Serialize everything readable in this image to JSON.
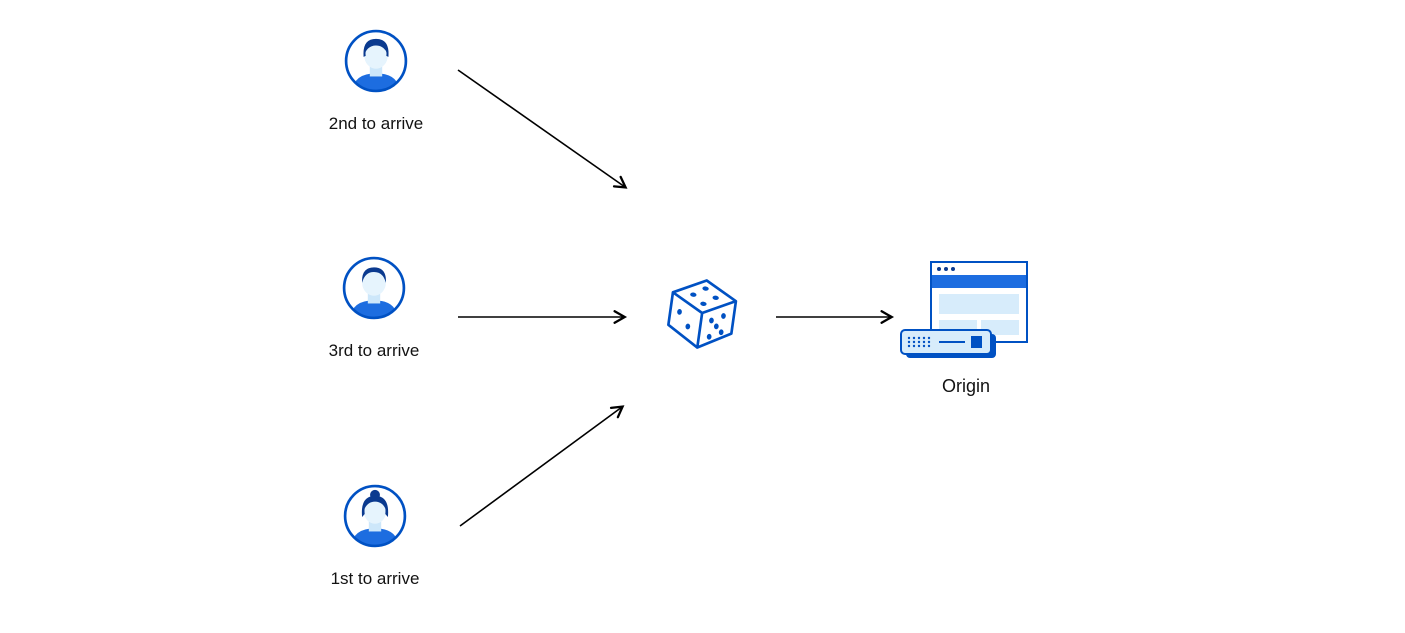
{
  "diagram": {
    "nodes": [
      {
        "id": "user-second",
        "label": "2nd to arrive",
        "icon": "user-avatar-male"
      },
      {
        "id": "user-third",
        "label": "3rd to arrive",
        "icon": "user-avatar-male"
      },
      {
        "id": "user-first",
        "label": "1st to arrive",
        "icon": "user-avatar-female"
      },
      {
        "id": "random-picker",
        "label": "",
        "icon": "dice"
      },
      {
        "id": "origin",
        "label": "Origin",
        "icon": "origin-server"
      }
    ],
    "edges": [
      {
        "from": "user-second",
        "to": "random-picker"
      },
      {
        "from": "user-third",
        "to": "random-picker"
      },
      {
        "from": "user-first",
        "to": "random-picker"
      },
      {
        "from": "random-picker",
        "to": "origin"
      }
    ],
    "colors": {
      "icon_blue": "#0051c3",
      "icon_dark_blue": "#0b3a8f",
      "icon_fill_light": "#d7ecfb",
      "icon_fill_lighter": "#e6f4fd",
      "toolbar_blue": "#1d6de0",
      "arrow": "#000000",
      "background": "#ffffff"
    }
  }
}
